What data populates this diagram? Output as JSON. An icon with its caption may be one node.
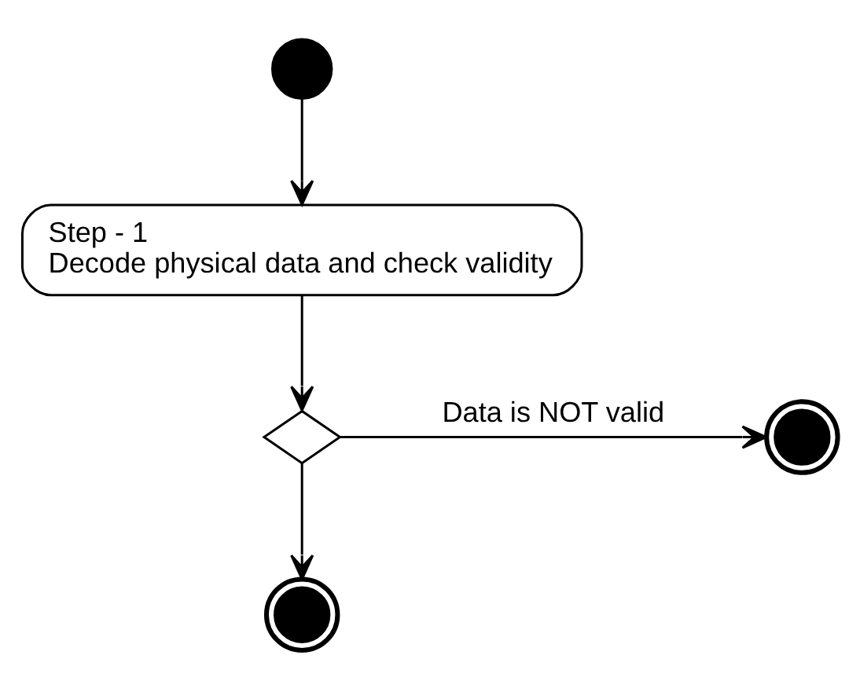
{
  "diagram": {
    "nodes": [
      {
        "text": [],
        "shape": "circle"
      },
      {
        "text": [
          "Step - 1",
          "Decode physical data and check validity"
        ]
      },
      {
        "text": [],
        "shape": "diamond"
      },
      {
        "text": [],
        "shape": "circle"
      },
      {
        "text": [],
        "shape": "circle"
      }
    ],
    "edges": [
      {
        "from": 0,
        "to": 1,
        "arrow": "to"
      },
      {
        "from": 1,
        "to": 2,
        "arrow": "to"
      },
      {
        "from": 2,
        "to": 3,
        "arrow": "to",
        "label": "Data is NOT valid"
      },
      {
        "from": 2,
        "to": 4,
        "arrow": "to"
      }
    ]
  }
}
